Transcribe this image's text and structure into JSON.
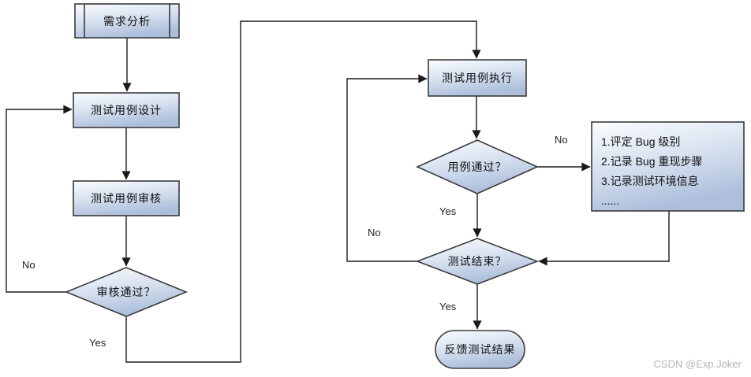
{
  "diagram": {
    "nodes": {
      "req_analysis": "需求分析",
      "case_design": "测试用例设计",
      "case_review": "测试用例审核",
      "review_pass": "审核通过？",
      "case_exec": "测试用例执行",
      "case_pass": "用例通过？",
      "test_end": "测试结束？",
      "feedback": "反馈测试结果",
      "bug_notes": [
        "1.评定 Bug 级别",
        "2.记录 Bug 重现步骤",
        "3.记录测试环境信息",
        "......"
      ]
    },
    "edge_labels": {
      "review_no": "No",
      "review_yes": "Yes",
      "case_pass_no": "No",
      "case_pass_yes": "Yes",
      "test_end_no": "No",
      "test_end_yes": "Yes"
    },
    "colors": {
      "node_fill_top": "#fbfdfe",
      "node_fill_mid": "#d8e2f0",
      "node_fill_bottom": "#aebfdc",
      "node_stroke": "#3a3a3a",
      "connector": "#1a1a1a",
      "background": "#ffffff"
    }
  },
  "watermark": "CSDN @Exp.Joker"
}
